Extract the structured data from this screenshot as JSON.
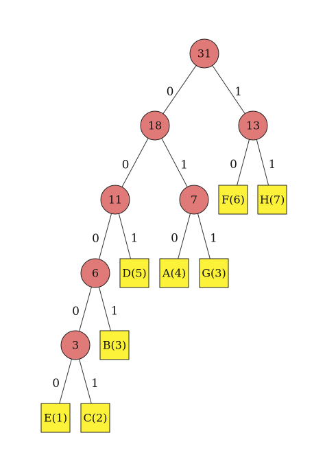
{
  "colors": {
    "internal_fill": "#e07a78",
    "leaf_fill": "#fdf23a",
    "edge": "#333333"
  },
  "tree": {
    "nodes": [
      {
        "id": "n31",
        "label": "31",
        "kind": "internal"
      },
      {
        "id": "n18",
        "label": "18",
        "kind": "internal"
      },
      {
        "id": "n13",
        "label": "13",
        "kind": "internal"
      },
      {
        "id": "n11",
        "label": "11",
        "kind": "internal"
      },
      {
        "id": "n7",
        "label": "7",
        "kind": "internal"
      },
      {
        "id": "n6",
        "label": "6",
        "kind": "internal"
      },
      {
        "id": "n3",
        "label": "3",
        "kind": "internal"
      },
      {
        "id": "leafF",
        "label": "F(6)",
        "kind": "leaf"
      },
      {
        "id": "leafH",
        "label": "H(7)",
        "kind": "leaf"
      },
      {
        "id": "leafD",
        "label": "D(5)",
        "kind": "leaf"
      },
      {
        "id": "leafA",
        "label": "A(4)",
        "kind": "leaf"
      },
      {
        "id": "leafG",
        "label": "G(3)",
        "kind": "leaf"
      },
      {
        "id": "leafB",
        "label": "B(3)",
        "kind": "leaf"
      },
      {
        "id": "leafE",
        "label": "E(1)",
        "kind": "leaf"
      },
      {
        "id": "leafC",
        "label": "C(2)",
        "kind": "leaf"
      }
    ],
    "edges": [
      {
        "from": "n31",
        "to": "n18",
        "label": "0"
      },
      {
        "from": "n31",
        "to": "n13",
        "label": "1"
      },
      {
        "from": "n18",
        "to": "n11",
        "label": "0"
      },
      {
        "from": "n18",
        "to": "n7",
        "label": "1"
      },
      {
        "from": "n13",
        "to": "leafF",
        "label": "0"
      },
      {
        "from": "n13",
        "to": "leafH",
        "label": "1"
      },
      {
        "from": "n11",
        "to": "n6",
        "label": "0"
      },
      {
        "from": "n11",
        "to": "leafD",
        "label": "1"
      },
      {
        "from": "n7",
        "to": "leafA",
        "label": "0"
      },
      {
        "from": "n7",
        "to": "leafG",
        "label": "1"
      },
      {
        "from": "n6",
        "to": "n3",
        "label": "0"
      },
      {
        "from": "n6",
        "to": "leafB",
        "label": "1"
      },
      {
        "from": "n3",
        "to": "leafE",
        "label": "0"
      },
      {
        "from": "n3",
        "to": "leafC",
        "label": "1"
      }
    ]
  }
}
